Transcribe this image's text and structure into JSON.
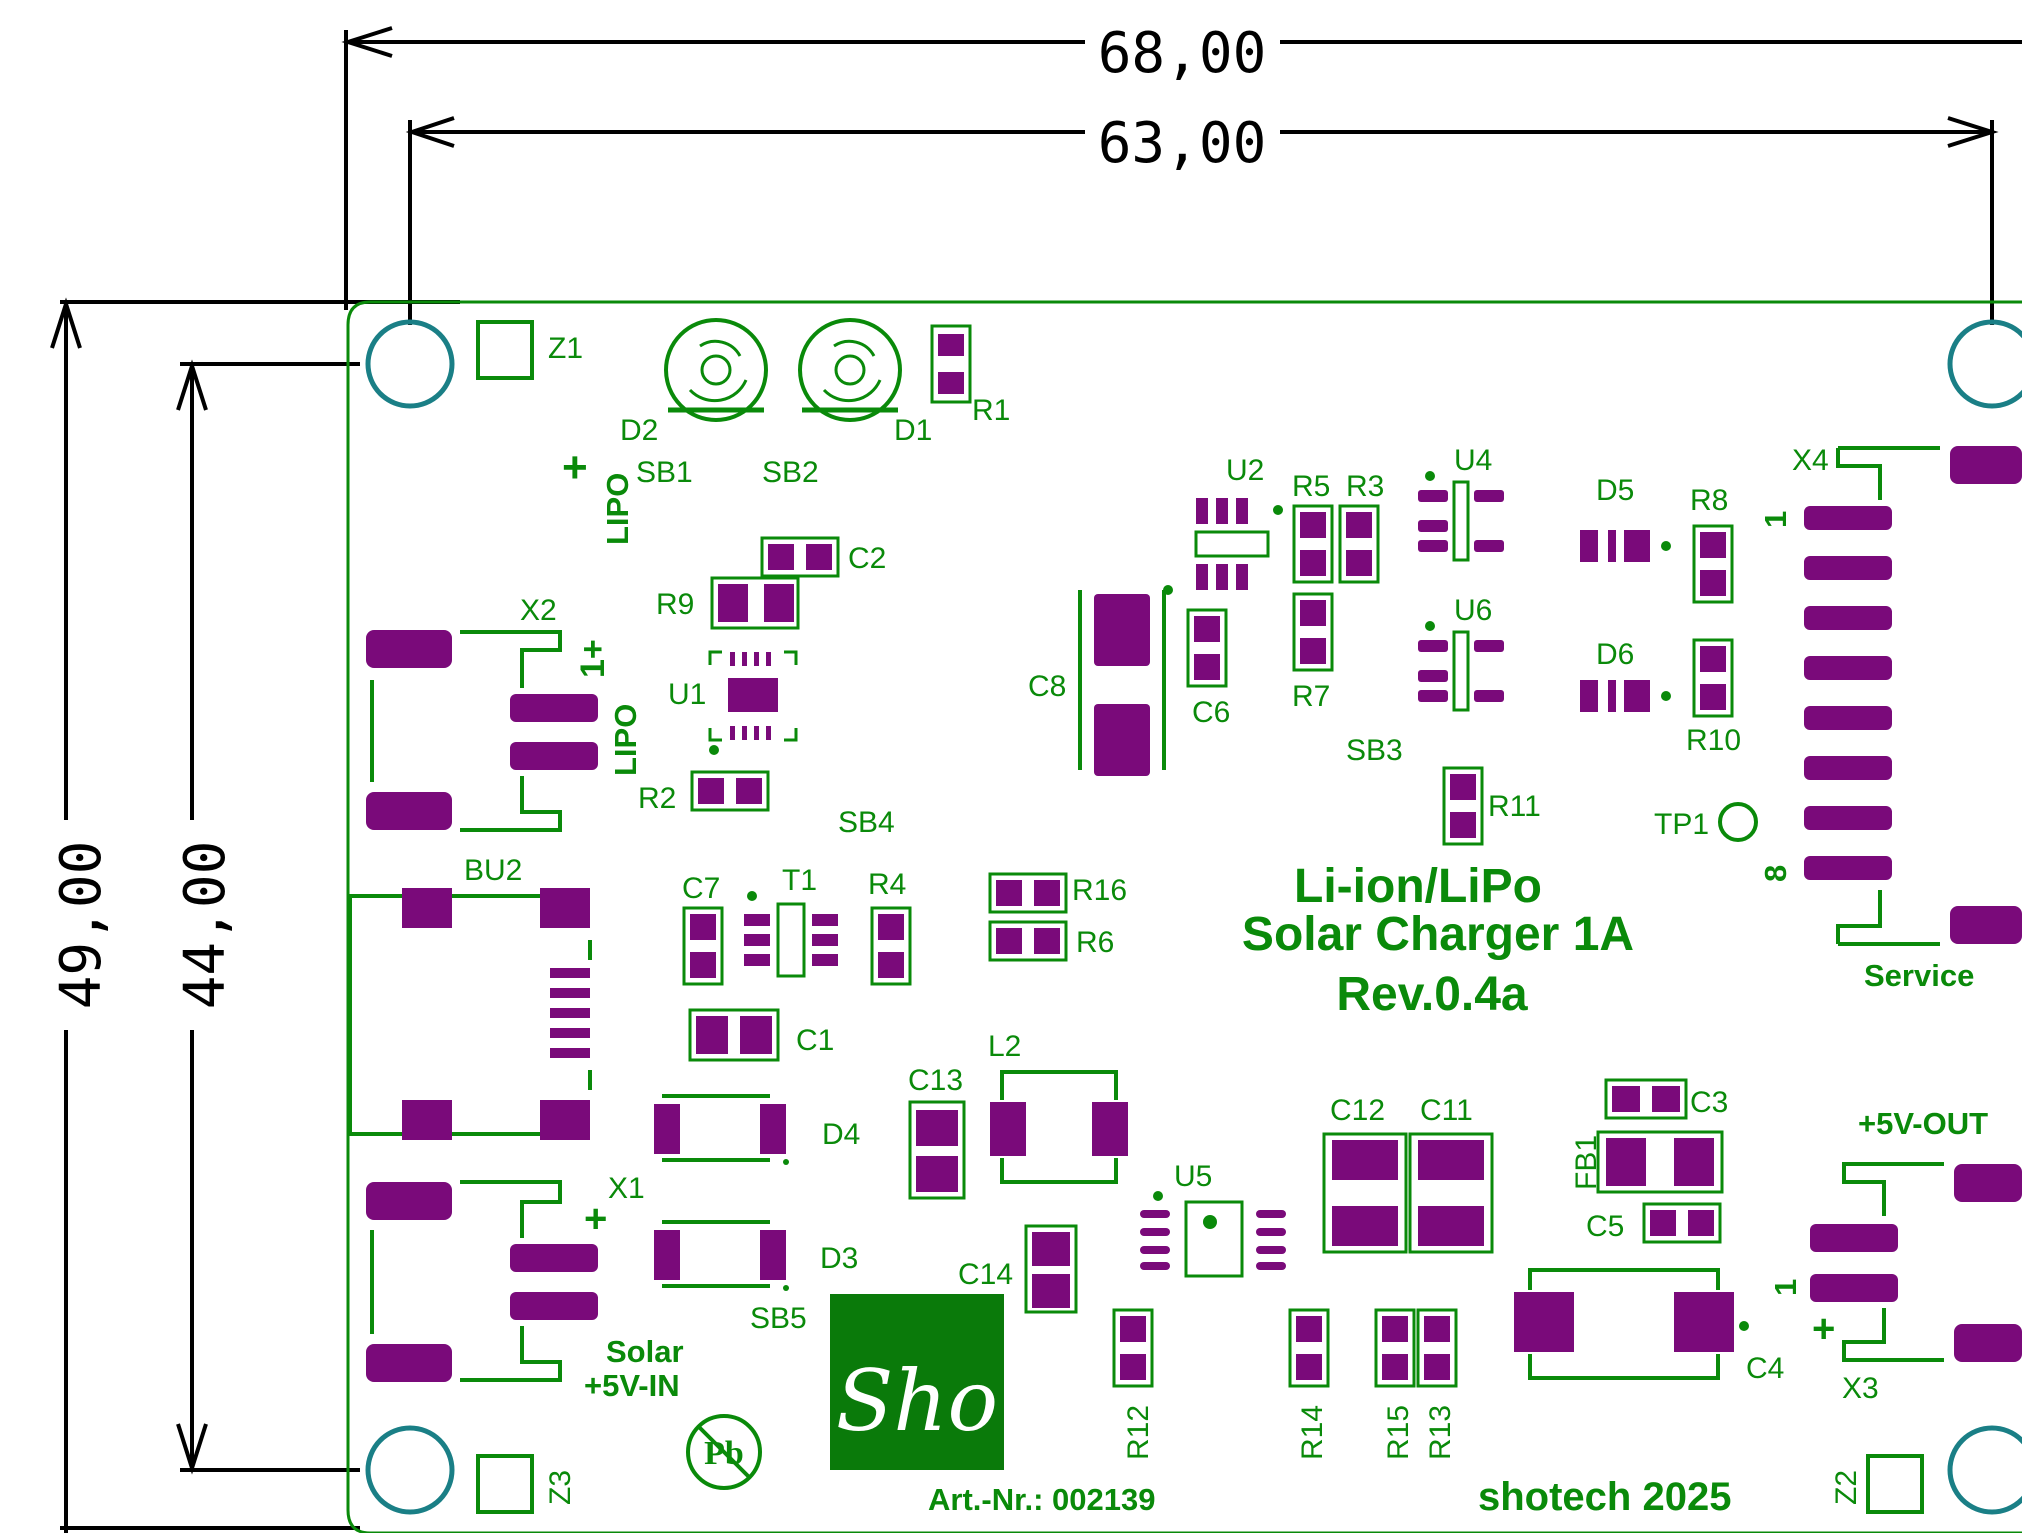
{
  "dimensions": {
    "width_outer": "68,00",
    "width_inner": "63,00",
    "height_outer": "49,00",
    "height_inner": "44,00"
  },
  "board": {
    "title_line1": "Li-ion/LiPo",
    "title_line2": "Solar Charger 1A",
    "revision": "Rev.0.4a",
    "article": "Art.-Nr.: 002139",
    "copyright": "shotech 2025",
    "logo_text": "Sho",
    "leadfree_symbol": "Pb"
  },
  "labels": {
    "z1": "Z1",
    "z2": "Z2",
    "z3": "Z3",
    "d1": "D1",
    "d2": "D2",
    "d3": "D3",
    "d4": "D4",
    "d5": "D5",
    "d6": "D6",
    "r1": "R1",
    "r2": "R2",
    "r3": "R3",
    "r4": "R4",
    "r5": "R5",
    "r6": "R6",
    "r7": "R7",
    "r8": "R8",
    "r9": "R9",
    "r10": "R10",
    "r11": "R11",
    "r12": "R12",
    "r13": "R13",
    "r14": "R14",
    "r15": "R15",
    "r16": "R16",
    "c1": "C1",
    "c2": "C2",
    "c3": "C3",
    "c4": "C4",
    "c5": "C5",
    "c6": "C6",
    "c7": "C7",
    "c8": "C8",
    "c11": "C11",
    "c12": "C12",
    "c13": "C13",
    "c14": "C14",
    "u1": "U1",
    "u2": "U2",
    "u4": "U4",
    "u5": "U5",
    "u6": "U6",
    "sb1": "SB1",
    "sb2": "SB2",
    "sb3": "SB3",
    "sb4": "SB4",
    "sb5": "SB5",
    "x1": "X1",
    "x2": "X2",
    "x3": "X3",
    "x4": "X4",
    "t1": "T1",
    "l2": "L2",
    "fb1": "FB1",
    "tp1": "TP1",
    "bu2": "BU2",
    "lipo": "LIPO",
    "plus": "+",
    "pin1": "1",
    "pin8": "8",
    "pin1plus": "1+",
    "service": "Service",
    "out": "+5V-OUT",
    "solar": "Solar",
    "in": "+5V-IN"
  }
}
